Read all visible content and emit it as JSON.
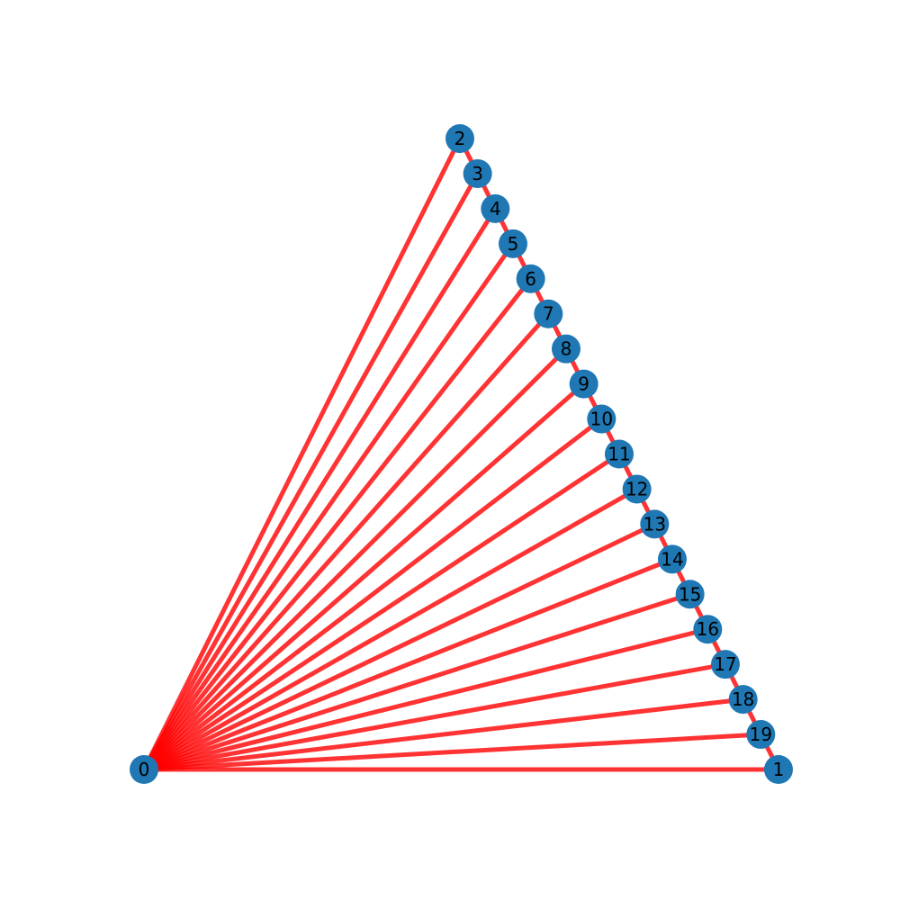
{
  "colors": {
    "background": "#ffffff",
    "edge": "#ff0000",
    "edge_opacity": 0.8,
    "node": "#1f77b4",
    "label": "#000000"
  },
  "graph": {
    "nodes": [
      {
        "id": "0",
        "label": "0"
      },
      {
        "id": "1",
        "label": "1"
      },
      {
        "id": "2",
        "label": "2"
      },
      {
        "id": "3",
        "label": "3"
      },
      {
        "id": "4",
        "label": "4"
      },
      {
        "id": "5",
        "label": "5"
      },
      {
        "id": "6",
        "label": "6"
      },
      {
        "id": "7",
        "label": "7"
      },
      {
        "id": "8",
        "label": "8"
      },
      {
        "id": "9",
        "label": "9"
      },
      {
        "id": "10",
        "label": "10"
      },
      {
        "id": "11",
        "label": "11"
      },
      {
        "id": "12",
        "label": "12"
      },
      {
        "id": "13",
        "label": "13"
      },
      {
        "id": "14",
        "label": "14"
      },
      {
        "id": "15",
        "label": "15"
      },
      {
        "id": "16",
        "label": "16"
      },
      {
        "id": "17",
        "label": "17"
      },
      {
        "id": "18",
        "label": "18"
      },
      {
        "id": "19",
        "label": "19"
      }
    ],
    "edges": [
      [
        "0",
        "1"
      ],
      [
        "0",
        "2"
      ],
      [
        "0",
        "3"
      ],
      [
        "0",
        "4"
      ],
      [
        "0",
        "5"
      ],
      [
        "0",
        "6"
      ],
      [
        "0",
        "7"
      ],
      [
        "0",
        "8"
      ],
      [
        "0",
        "9"
      ],
      [
        "0",
        "10"
      ],
      [
        "0",
        "11"
      ],
      [
        "0",
        "12"
      ],
      [
        "0",
        "13"
      ],
      [
        "0",
        "14"
      ],
      [
        "0",
        "15"
      ],
      [
        "0",
        "16"
      ],
      [
        "0",
        "17"
      ],
      [
        "0",
        "18"
      ],
      [
        "0",
        "19"
      ],
      [
        "2",
        "3"
      ],
      [
        "3",
        "4"
      ],
      [
        "4",
        "5"
      ],
      [
        "5",
        "6"
      ],
      [
        "6",
        "7"
      ],
      [
        "7",
        "8"
      ],
      [
        "8",
        "9"
      ],
      [
        "9",
        "10"
      ],
      [
        "10",
        "11"
      ],
      [
        "11",
        "12"
      ],
      [
        "12",
        "13"
      ],
      [
        "13",
        "14"
      ],
      [
        "14",
        "15"
      ],
      [
        "15",
        "16"
      ],
      [
        "16",
        "17"
      ],
      [
        "17",
        "18"
      ],
      [
        "18",
        "19"
      ],
      [
        "19",
        "1"
      ]
    ]
  }
}
